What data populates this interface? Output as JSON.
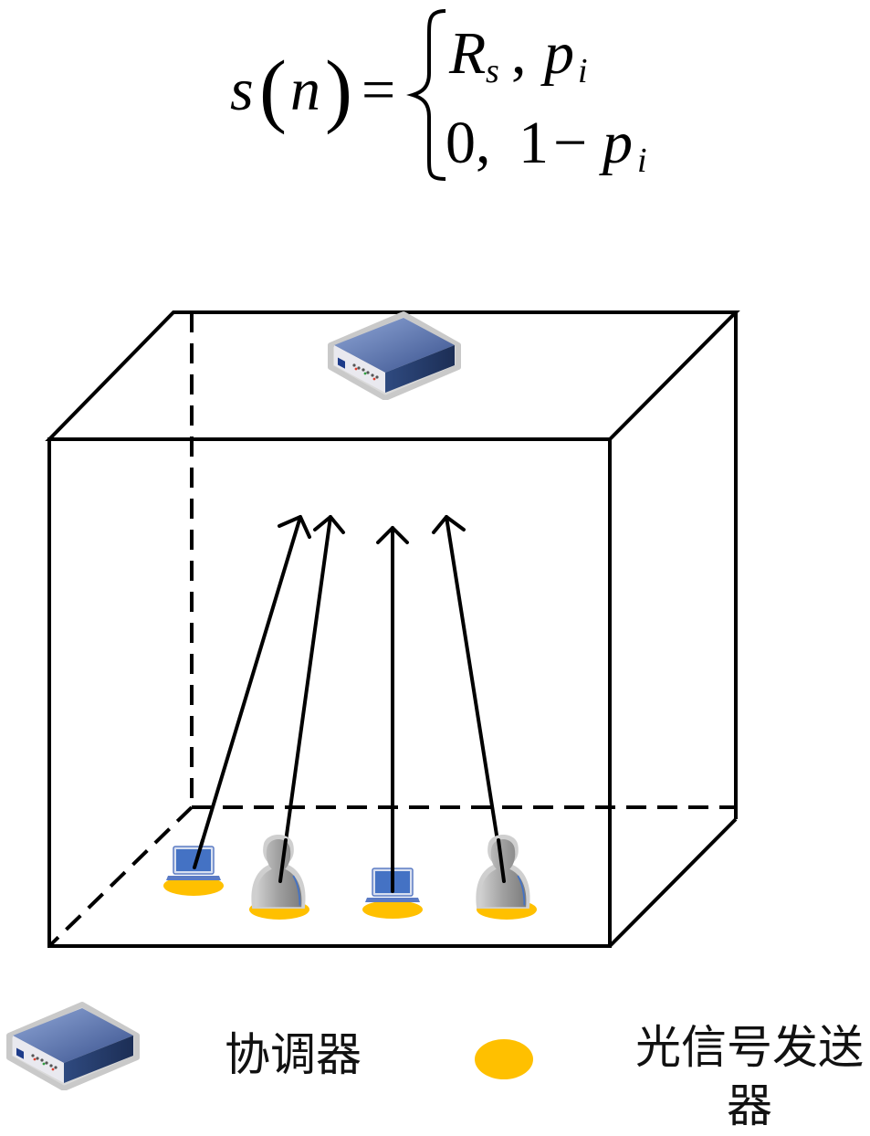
{
  "formula": {
    "lhs_func": "s",
    "lhs_var": "n",
    "equals": "=",
    "case1_symbol": "R",
    "case1_subscript": "s",
    "case1_sep": ",",
    "case1_prob": "p",
    "case1_prob_subscript": "i",
    "case2_value": "0,",
    "case2_one": "1",
    "case2_minus": "−",
    "case2_prob": "p",
    "case2_prob_subscript": "i"
  },
  "legend": {
    "coordinator_label": "协调器",
    "transmitter_label": "光信号发送器"
  },
  "colors": {
    "line": "#000000",
    "transmitter_fill": "#FFC000",
    "laptop_blue": "#4472C4",
    "person_gray": "#9a9a9a",
    "device_body": "#3d5a99"
  },
  "icons": {
    "coordinator": "router-icon",
    "transmitter": "yellow-ellipse-icon",
    "terminals": [
      "laptop-icon",
      "person-icon",
      "laptop-icon",
      "person-icon"
    ]
  }
}
